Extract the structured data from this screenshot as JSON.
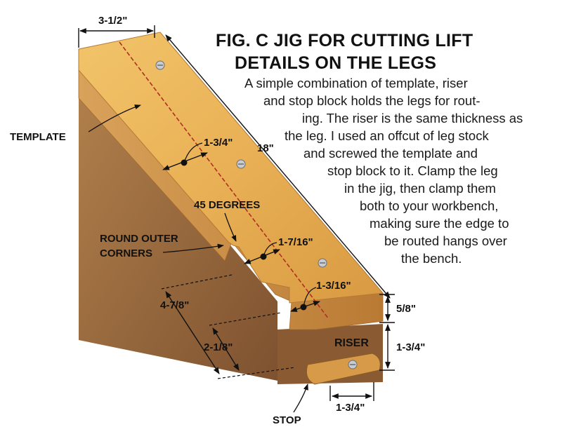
{
  "figure": {
    "title_line1": "FIG. C  JIG FOR CUTTING LIFT",
    "title_line2": "DETAILS ON THE LEGS",
    "caption_lines": [
      "A simple combination of template, riser",
      "and stop block holds the legs for rout-",
      "ing. The riser is the same thickness as",
      "the leg. I used an offcut of leg stock",
      "and screwed the template and",
      "stop block to it. Clamp the leg",
      "in the jig, then clamp them",
      "both to your workbench,",
      "making sure the edge to",
      "be routed hangs over",
      "the bench."
    ]
  },
  "labels": {
    "template": "TEMPLATE",
    "riser": "RISER",
    "stop": "STOP",
    "degrees": "45 DEGREES",
    "corners_line1": "ROUND OUTER",
    "corners_line2": "CORNERS"
  },
  "dimensions": {
    "width_top": "3-1/2\"",
    "length": "18\"",
    "d_1_3_4_a": "1-3/4\"",
    "d_1_7_16": "1-7/16\"",
    "d_1_3_16": "1-3/16\"",
    "d_5_8": "5/8\"",
    "d_1_3_4_b": "1-3/4\"",
    "d_4_7_8": "4-7/8\"",
    "d_2_1_8": "2-1/8\"",
    "d_1_3_4_c": "1-3/4\""
  },
  "colors": {
    "wood_top": "#e9b055",
    "wood_side": "#c7873a",
    "wood_riser": "#9c6c3c",
    "centerline": "#b03020"
  }
}
